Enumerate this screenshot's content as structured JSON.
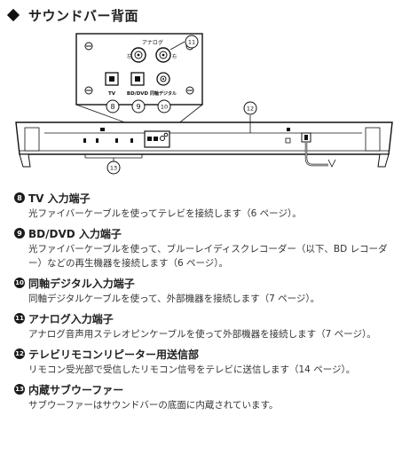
{
  "heading": "サウンドバー背面",
  "diagram": {
    "inset_labels": {
      "analog": "アナログ",
      "left": "左",
      "right": "右",
      "tv": "TV",
      "bd_dvd": "BD/DVD",
      "coaxial": "同軸デジタル"
    },
    "callouts": [
      "⑧",
      "⑨",
      "⑩",
      "⑪",
      "⑫",
      "⑬"
    ]
  },
  "items": [
    {
      "num": "8",
      "title": "TV 入力端子",
      "desc": "光ファイバーケーブルを使ってテレビを接続します（6 ページ）。"
    },
    {
      "num": "9",
      "title": "BD/DVD 入力端子",
      "desc": "光ファイバーケーブルを使って、ブルーレイディスクレコーダー（以下、BD レコーダー）などの再生機器を接続します（6 ページ）。"
    },
    {
      "num": "10",
      "title": "同軸デジタル入力端子",
      "desc": "同軸デジタルケーブルを使って、外部機器を接続します（7 ページ）。"
    },
    {
      "num": "11",
      "title": "アナログ入力端子",
      "desc": "アナログ音声用ステレオピンケーブルを使って外部機器を接続します（7 ページ）。"
    },
    {
      "num": "12",
      "title": "テレビリモコンリピーター用送信部",
      "desc": "リモコン受光部で受信したリモコン信号をテレビに送信します（14 ページ）。"
    },
    {
      "num": "13",
      "title": "内蔵サブウーファー",
      "desc": "サブウーファーはサウンドバーの底面に内蔵されています。"
    }
  ]
}
